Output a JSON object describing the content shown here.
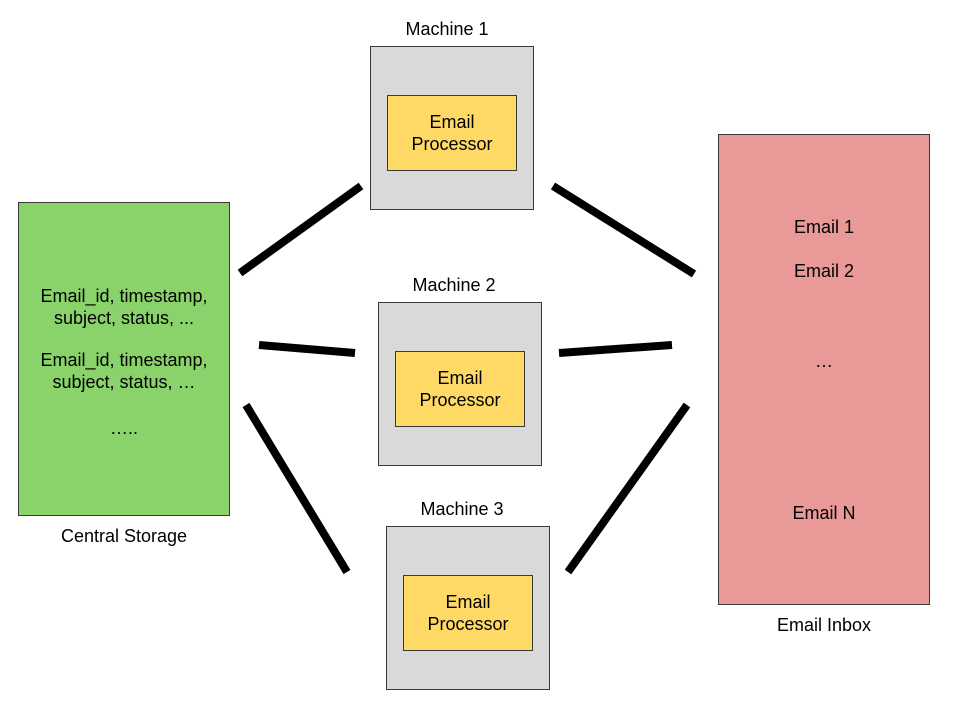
{
  "machines": [
    {
      "label": "Machine 1",
      "processor_line1": "Email",
      "processor_line2": "Processor"
    },
    {
      "label": "Machine 2",
      "processor_line1": "Email",
      "processor_line2": "Processor"
    },
    {
      "label": "Machine 3",
      "processor_line1": "Email",
      "processor_line2": "Processor"
    }
  ],
  "storage": {
    "caption": "Central Storage",
    "records": [
      {
        "line1": "Email_id, timestamp,",
        "line2": "subject, status, ..."
      },
      {
        "line1": "Email_id, timestamp,",
        "line2": "subject, status, …"
      }
    ],
    "ellipsis": "…..",
    "color": "#89d36a"
  },
  "inbox": {
    "caption": "Email Inbox",
    "items": [
      "Email 1",
      "Email 2",
      "…",
      "Email N"
    ],
    "color": "#ea9999"
  },
  "colors": {
    "machine": "#d9d9d9",
    "processor": "#ffd966",
    "connector": "#000000"
  }
}
